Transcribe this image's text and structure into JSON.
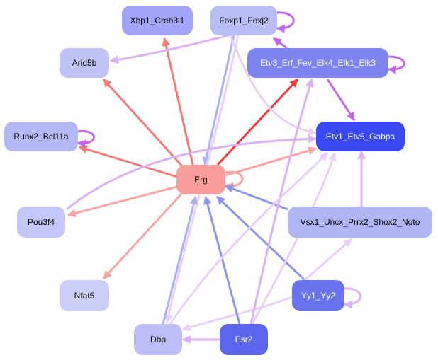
{
  "nodes": {
    "erg": {
      "label": "Erg",
      "color": "#fa9d9d"
    },
    "xbp1_creb3l1": {
      "label": "Xbp1_Creb3l1",
      "color": "#a2a5f7"
    },
    "foxp1_foxj2": {
      "label": "Foxp1_Foxj2",
      "color": "#b8bdf6"
    },
    "arid5b": {
      "label": "Arid5b",
      "color": "#c0c3f6"
    },
    "etv3_erf_fev_elk4_elk1_elk3": {
      "label": "Etv3_Erf_Fev_Elk4_Elk1_Elk3",
      "color": "#7d84f2"
    },
    "runx2_bcl11a": {
      "label": "Runx2_Bcl11a",
      "color": "#b4b9f5"
    },
    "etv1_etv5_gabpa": {
      "label": "Etv1_Etv5_Gabpa",
      "color": "#3a48f3"
    },
    "pou3f4": {
      "label": "Pou3f4",
      "color": "#c4c7f7"
    },
    "vsx1_uncx_prrx2_shox2_noto": {
      "label": "Vsx1_Uncx_Prrx2_Shox2_Noto",
      "color": "#b1b6f4"
    },
    "nfat5": {
      "label": "Nfat5",
      "color": "#cbcef8"
    },
    "yy1_yy2": {
      "label": "Yy1_Yy2",
      "color": "#6a73ee"
    },
    "dbp": {
      "label": "Dbp",
      "color": "#bcc0f6"
    },
    "esr2": {
      "label": "Esr2",
      "color": "#5a64ec"
    }
  },
  "edge_colors": {
    "red_strong": "#ee3b3b",
    "red": "#f47a7a",
    "red_light": "#f8a5a5",
    "blue": "#8c96ee",
    "blue_light": "#aab2f2",
    "purple": "#c266ec",
    "pink": "#dcb2f2",
    "pink_light": "#ead0f6"
  }
}
